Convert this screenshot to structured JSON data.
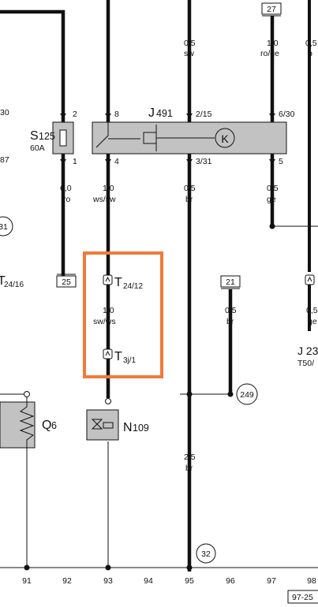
{
  "components": {
    "j491": {
      "id": "J",
      "num": "491"
    },
    "s125": {
      "id": "S",
      "num": "125",
      "rating": "60A"
    },
    "q6": {
      "id": "Q",
      "num": "6"
    },
    "n109": {
      "id": "N",
      "num": "109"
    },
    "j23": {
      "id": "J 23",
      "connector": "T50/"
    }
  },
  "pins": {
    "s125_top": "2",
    "s125_bottom": "1",
    "j491_in": "8",
    "j491_out": "4",
    "j491_top_right": "2/15",
    "j491_bot_right": "3/31",
    "j491_top_far": "6/30",
    "j491_bot_far": "5",
    "left_30": "30",
    "left_87": "87"
  },
  "wires": {
    "w_top_sw": {
      "size": "0,5",
      "color": "sw"
    },
    "w_top_rogee": {
      "size": "1,0",
      "color": "ro/ge"
    },
    "w_top_edge": {
      "size": "0,5",
      "color": "b"
    },
    "w_s125": {
      "size": "6,0",
      "color": "ro"
    },
    "w_wssw": {
      "size": "1,0",
      "color": "ws/sw"
    },
    "w_br1": {
      "size": "0,5",
      "color": "br"
    },
    "w_ge": {
      "size": "0,5",
      "color": "ge"
    },
    "w_swws": {
      "size": "1,0",
      "color": "sw/ws"
    },
    "w_br21": {
      "size": "0,5",
      "color": "br"
    },
    "w_right": {
      "size": "0,5",
      "color": "ge"
    },
    "w_big": {
      "size": "2,5",
      "color": "br"
    }
  },
  "connectors": {
    "t24_12": {
      "id": "T",
      "sub": "24/12"
    },
    "t3j_1": {
      "id": "T",
      "sub": "3j/1"
    },
    "t24_16": {
      "id": "T",
      "sub": "24/16"
    }
  },
  "refs": {
    "box_27": "27",
    "box_25": "25",
    "box_21": "21",
    "circ_31": "31",
    "circ_249": "249",
    "circ_32": "32",
    "page_code": "97-25"
  },
  "grid": [
    "91",
    "92",
    "93",
    "94",
    "95",
    "96",
    "97",
    "98"
  ],
  "highlight_color": "#F07A3A"
}
